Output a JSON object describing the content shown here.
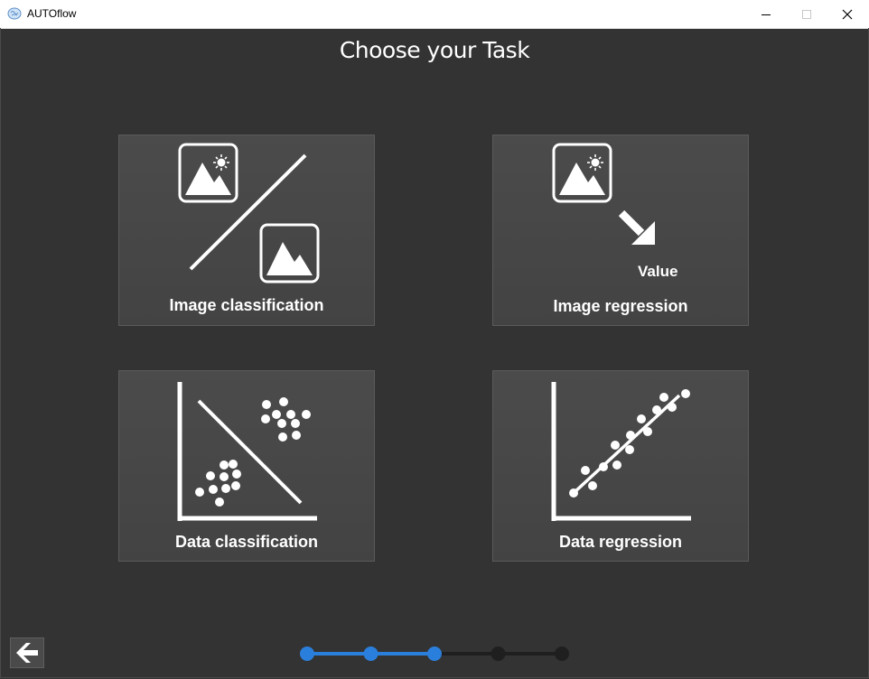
{
  "window": {
    "title": "AUTOflow",
    "icon": "brain-icon",
    "controls": [
      "minimize-icon",
      "maximize-icon",
      "close-icon"
    ]
  },
  "page": {
    "title": "Choose your Task"
  },
  "tasks": [
    {
      "label": "Image classification",
      "icon": "image-classification-icon"
    },
    {
      "label": "Image regression",
      "icon": "image-regression-icon",
      "extra_label": "Value"
    },
    {
      "label": "Data classification",
      "icon": "data-classification-icon"
    },
    {
      "label": "Data regression",
      "icon": "data-regression-icon"
    }
  ],
  "navigation": {
    "back_icon": "arrow-left-icon",
    "steps_total": 5,
    "steps_completed": 3,
    "active_color": "#2b7fdc",
    "inactive_color": "#1f1f1f"
  }
}
